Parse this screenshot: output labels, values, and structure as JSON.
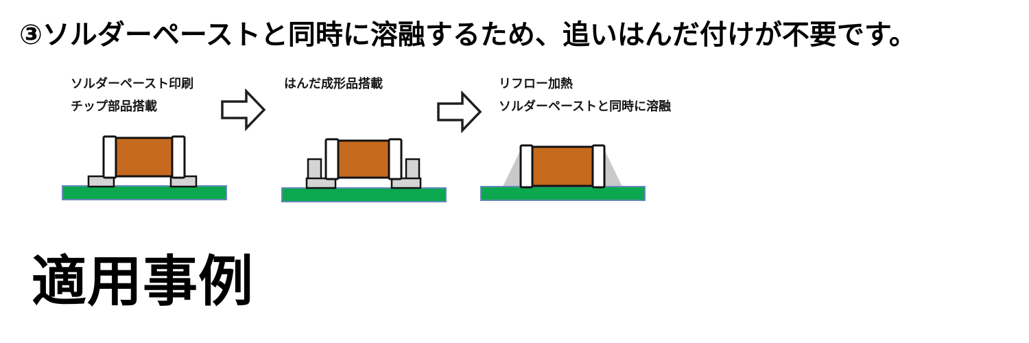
{
  "heading": "③ソルダーペーストと同時に溶融するため、追いはんだ付けが不要です。",
  "process": {
    "steps": [
      {
        "lines": [
          "ソルダーペースト印刷",
          "チップ部品搭載"
        ]
      },
      {
        "lines": [
          "はんだ成形品搭載"
        ]
      },
      {
        "lines": [
          "リフロー加熱",
          "ソルダーペーストと同時に溶融"
        ]
      }
    ]
  },
  "section_title": "適用事例",
  "colors": {
    "chip_body": "#c56a1e",
    "termination": "#ffffff",
    "outline": "#111111",
    "pcb_green": "#0ba84f",
    "pcb_border": "#6688bb",
    "solder_gray": "#d4d4d4",
    "fillet_gray": "#c8c9ca",
    "arrow_fill": "#ffffff",
    "arrow_stroke": "#1f1f1f",
    "text_black": "#000000"
  }
}
